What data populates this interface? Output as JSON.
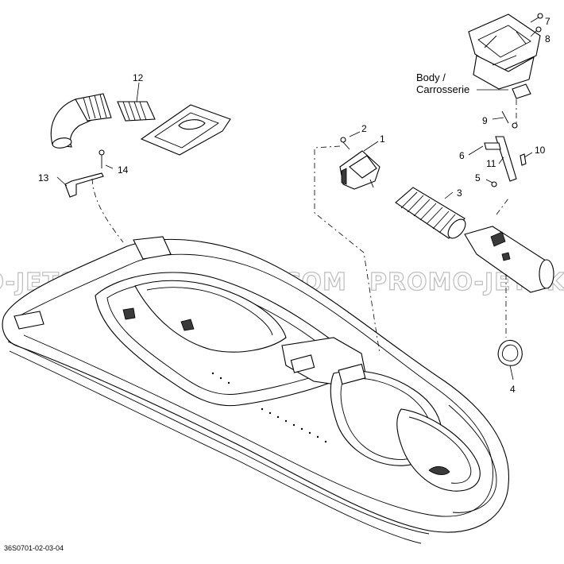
{
  "body_label": [
    "Body /",
    "Carrosserie"
  ],
  "callouts": [
    "1",
    "2",
    "3",
    "4",
    "5",
    "6",
    "7",
    "8",
    "9",
    "10",
    "11",
    "12",
    "13",
    "14"
  ],
  "watermark": [
    "PROMO-JETSKI.COM",
    "PROMO-JETSKI.COM",
    "PROMO-JETSKI.COM"
  ],
  "reference": "36S0701-02-03-04"
}
